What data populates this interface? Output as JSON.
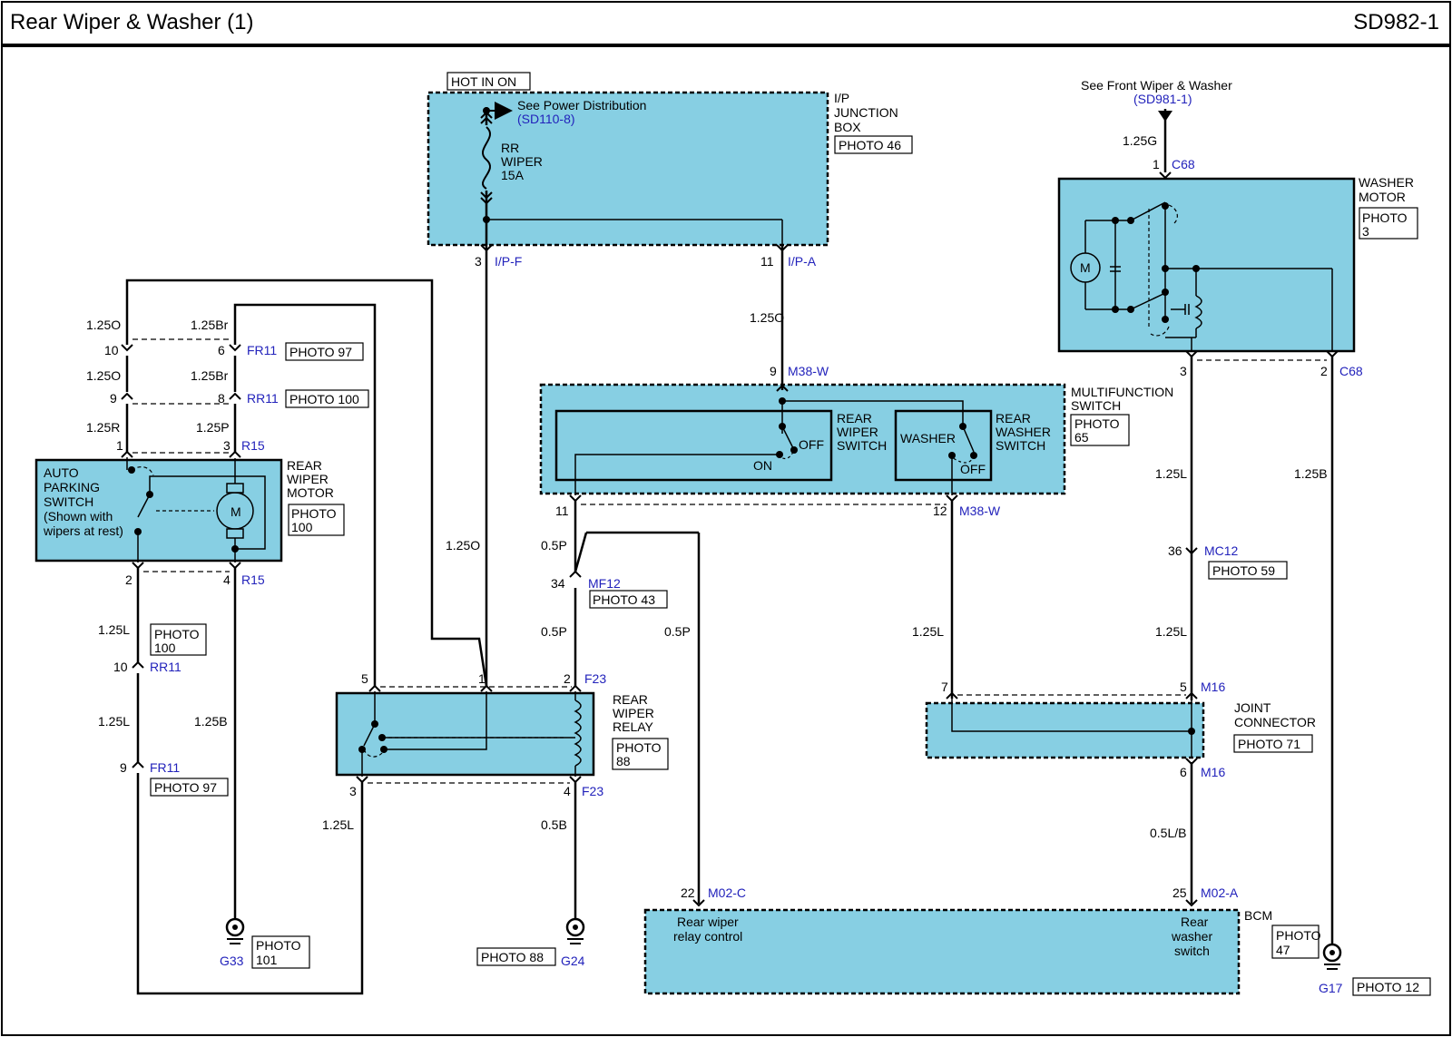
{
  "header": {
    "title": "Rear Wiper & Washer (1)",
    "code": "SD982-1"
  },
  "colors": {
    "component_fill": "#87cfe3",
    "connector_label": "#2222bb",
    "wire": "#000000"
  },
  "labels": {
    "hot_in_on": "HOT IN ON",
    "see_power": "See Power Distribution",
    "sd110": "(SD110-8)",
    "rr": "RR",
    "wiper": "WIPER",
    "fuse_15a": "15A",
    "ip": "I/P",
    "junction": "JUNCTION",
    "box": "BOX",
    "photo46": "PHOTO 46",
    "pin3": "3",
    "ipf": "I/P-F",
    "pin11": "11",
    "ipa": "I/P-A",
    "see_front": "See Front Wiper & Washer",
    "sd981": "(SD981-1)",
    "w125g": "1.25G",
    "c68_pin1": "1",
    "c68a": "C68",
    "washer": "WASHER",
    "motor": "MOTOR",
    "photo": "PHOTO",
    "photo3n": "3",
    "m": "M",
    "c68_pin3": "3",
    "c68_pin2": "2",
    "c68b": "C68",
    "w125l_a": "1.25L",
    "w125b_a": "1.25B",
    "pin36": "36",
    "mc12": "MC12",
    "photo59": "PHOTO 59",
    "w125l_b": "1.25L",
    "pin5m16": "5",
    "m16a": "M16",
    "pin7": "7",
    "joint": "JOINT",
    "connector": "CONNECTOR",
    "photo71": "PHOTO 71",
    "pin6m16": "6",
    "m16b": "M16",
    "w05lb": "0.5L/B",
    "pin25": "25",
    "m02a": "M02-A",
    "bcm": "BCM",
    "photo47n": "47",
    "rear_wiper_l": "Rear wiper",
    "relay_control": "relay control",
    "rear_l": "Rear",
    "washer_l": "washer",
    "switch_l": "switch",
    "pin22": "22",
    "m02c": "M02-C",
    "g17": "G17",
    "photo12": "PHOTO 12",
    "w125o_a": "1.25O",
    "pin9m38": "9",
    "m38w_a": "M38-W",
    "multifunction": "MULTIFUNCTION",
    "switch": "SWITCH",
    "photo65n": "65",
    "rear": "REAR",
    "wiper_sw": "WIPER",
    "switch2": "SWITCH",
    "off1": "OFF",
    "on": "ON",
    "washer_sw": "WASHER",
    "off2": "OFF",
    "rear2": "REAR",
    "washer2": "WASHER",
    "switch3": "SWITCH",
    "pin11b": "11",
    "pin12": "12",
    "m38w_b": "M38-W",
    "w125l_c": "1.25L",
    "w05p_a": "0.5P",
    "pin34": "34",
    "mf12": "MF12",
    "photo43": "PHOTO 43",
    "w05p_b": "0.5P",
    "w05p_c": "0.5P",
    "pin2f23": "2",
    "f23a": "F23",
    "pin4f23": "4",
    "f23b": "F23",
    "w05b": "0.5B",
    "photo88a": "PHOTO 88",
    "g24": "G24",
    "w125o_b": "1.25O",
    "pin5": "5",
    "pin1": "1",
    "rear3": "REAR",
    "wiper3": "WIPER",
    "relay": "RELAY",
    "photo88n": "88",
    "pin3b": "3",
    "w125l_d": "1.25L",
    "w125o_c": "1.25O",
    "w125br_a": "1.25Br",
    "pin10": "10",
    "pin6": "6",
    "fr11a": "FR11",
    "photo97a": "PHOTO 97",
    "w125o_d": "1.25O",
    "w125br_b": "1.25Br",
    "pin9": "9",
    "pin8": "8",
    "rr11a": "RR11",
    "photo100a": "PHOTO 100",
    "w125r": "1.25R",
    "w125p": "1.25P",
    "pin1r15": "1",
    "pin3r15": "3",
    "r15a": "R15",
    "auto": "AUTO",
    "parking": "PARKING",
    "switch4": "SWITCH",
    "shown_with": "(Shown with",
    "wipers_at_rest": "wipers at rest)",
    "rear4": "REAR",
    "wiper4": "WIPER",
    "motor4": "MOTOR",
    "photo100n": "100",
    "pin2r15": "2",
    "pin4r15": "4",
    "r15b": "R15",
    "w125l_e": "1.25L",
    "photo100bn": "100",
    "pin10rr11": "10",
    "rr11b": "RR11",
    "w125l_f": "1.25L",
    "w125b_b": "1.25B",
    "pin9fr11": "9",
    "fr11b": "FR11",
    "photo97b": "PHOTO 97",
    "g33": "G33",
    "photo101n": "101"
  }
}
